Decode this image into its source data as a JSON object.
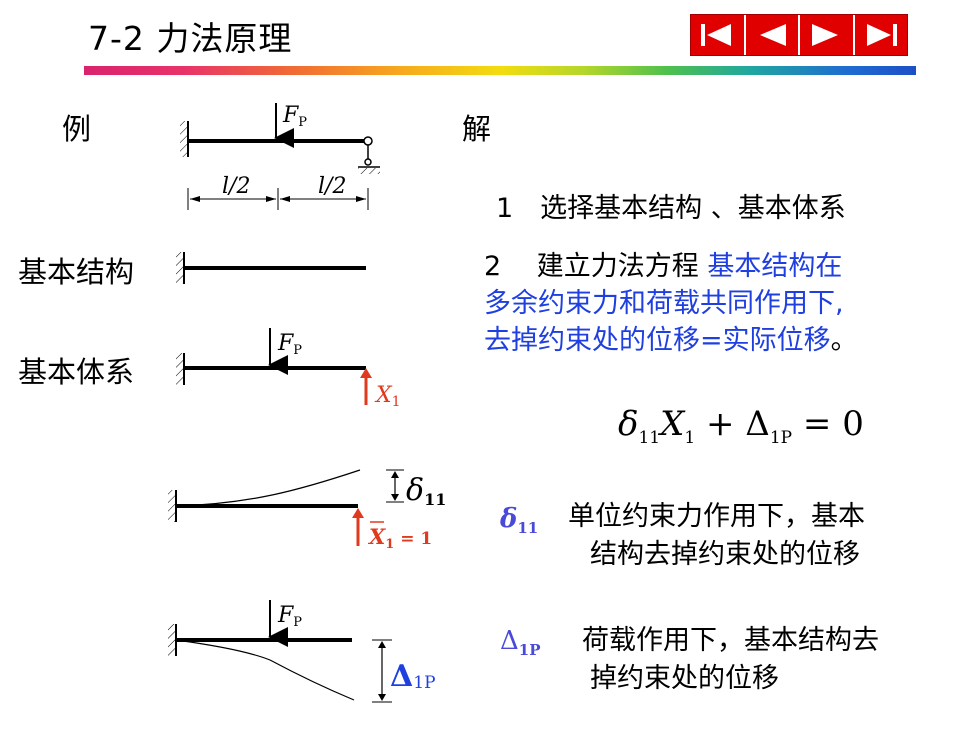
{
  "header": {
    "title": "7-2 力法原理",
    "nav": [
      "first-icon",
      "prev-icon",
      "next-icon",
      "last-icon"
    ]
  },
  "labels": {
    "example": "例",
    "solution": "解",
    "basic_structure": "基本结构",
    "basic_system": "基本体系"
  },
  "steps": {
    "step1": "1　选择基本结构 、基本体系",
    "step2_prefix": "2　 建立力法方程",
    "step2_blue_line1": "基本结构在",
    "step2_blue_line2": "多余约束力和荷载共同作用下,",
    "step2_blue_line3": "去掉约束处的位移=实际位移",
    "step2_period": "。"
  },
  "equation": {
    "delta": "δ",
    "delta_sub": "11",
    "x": "X",
    "x_sub": "1",
    "plus": " + Δ",
    "Delta_sub": "1P",
    "rest": " = 0"
  },
  "definitions": {
    "d11_symbol": "δ",
    "d11_sub": "11",
    "d11_line1": "单位约束力作用下，基本",
    "d11_line2": "结构去掉约束处的位移",
    "D1P_symbol": "Δ",
    "D1P_sub": "1P",
    "D1P_line1": "荷载作用下，基本结构去",
    "D1P_line2": "掉约束处的位移"
  },
  "figure_labels": {
    "fp": "F",
    "fp_sub": "P",
    "half_left": "l/2",
    "half_right": "l/2",
    "x1": "X",
    "x1_sub": "1",
    "delta11": "δ",
    "delta11_sub": "11",
    "x1bar": "X",
    "x1bar_sub": "1",
    "x1bar_eq": " = 1",
    "Delta1p": "Δ",
    "Delta1p_sub": "1P"
  },
  "colors": {
    "red": "#e03a1e",
    "nav_red": "#e00000",
    "blue": "#1f3fe0",
    "symbol_blue": "#4a4ad8"
  }
}
